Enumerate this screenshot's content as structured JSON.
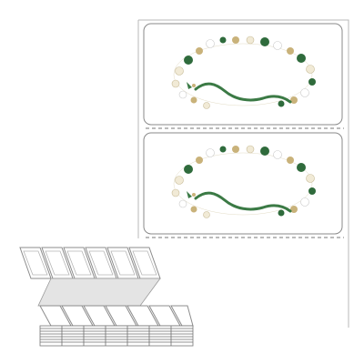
{
  "product": {
    "description_items": [
      "label-sheet",
      "label-top",
      "label-bottom",
      "fanfold-stack"
    ],
    "design": {
      "motif": "dragon-and-blossom-wreath",
      "colors": {
        "dragon": "#3b7a45",
        "leaf_dark": "#2f6b3c",
        "flower_gold": "#c9b27a",
        "flower_cream": "#f1ead6",
        "outline": "#8a8a8a"
      }
    },
    "labels_visible": 2,
    "perforation": "dashed"
  }
}
